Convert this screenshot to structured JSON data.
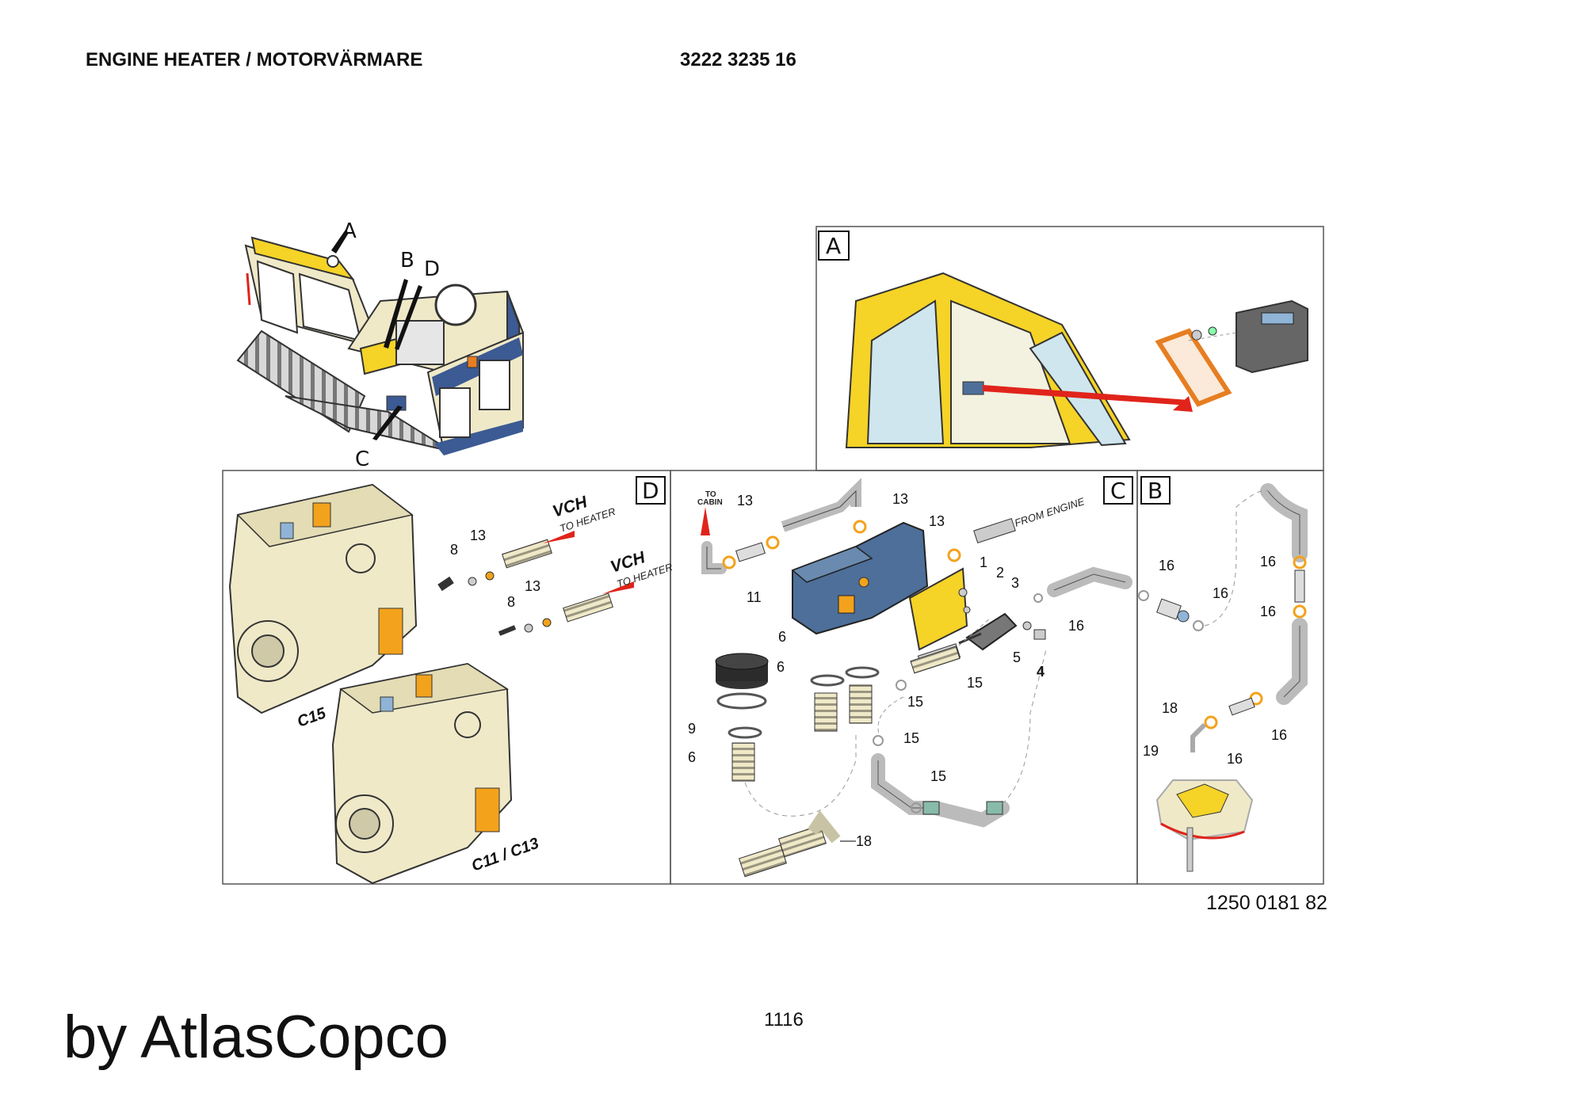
{
  "header": {
    "title": "ENGINE HEATER / MOTORVÄRMARE",
    "part_number": "3222 3235 16"
  },
  "drawing_number": "1250 0181 82",
  "page_number": "1116",
  "brand": "by AtlasCopco",
  "overview": {
    "callouts": [
      "A",
      "B",
      "D",
      "C"
    ]
  },
  "panels": {
    "A": {
      "letter": "A"
    },
    "B": {
      "letter": "B",
      "labels": [
        "16",
        "16",
        "16",
        "16",
        "16",
        "16",
        "18",
        "19"
      ]
    },
    "C": {
      "letter": "C",
      "to_cabin": [
        "TO",
        "CABIN"
      ],
      "from_engine": "FROM ENGINE",
      "labels": [
        "13",
        "13",
        "13",
        "1",
        "2",
        "3",
        "11",
        "16",
        "5",
        "4",
        "6",
        "6",
        "15",
        "15",
        "9",
        "6",
        "15",
        "15",
        "18"
      ]
    },
    "D": {
      "letter": "D",
      "vch": "VCH",
      "to_heater": "TO HEATER",
      "labels": [
        "8",
        "13",
        "8",
        "13"
      ],
      "engine_models": [
        "C15",
        "C11 / C13"
      ]
    }
  },
  "colors": {
    "machine_yellow": "#f5d327",
    "machine_blue": "#3c5a93",
    "engine_cream": "#efe9c8",
    "filter_orange": "#f3a21c",
    "heater_blue": "#4d6f99",
    "arrow_red": "#e0241b",
    "hose_gray": "#b9b9b9"
  }
}
